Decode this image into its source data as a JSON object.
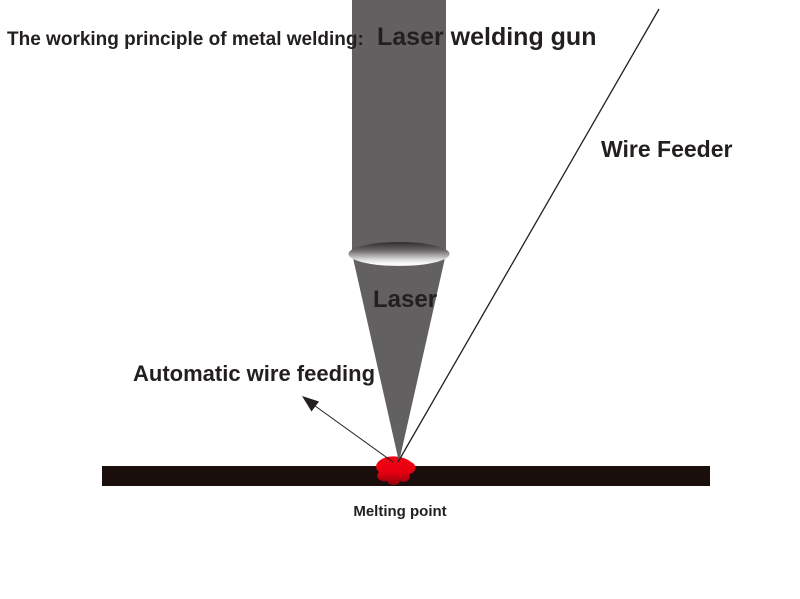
{
  "title": "The working principle of metal welding:",
  "labels": {
    "gun": "Laser welding gun",
    "wire_feeder": "Wire Feeder",
    "laser": "Laser",
    "auto_feed": "Automatic wire feeding",
    "melting_point": "Melting point"
  },
  "colors": {
    "background": "#ffffff",
    "gun_gray": "#626060",
    "workpiece_black": "#1a0e0c",
    "melt_red": "#e60012",
    "line_black": "#231f20",
    "text_black": "#231f20"
  }
}
